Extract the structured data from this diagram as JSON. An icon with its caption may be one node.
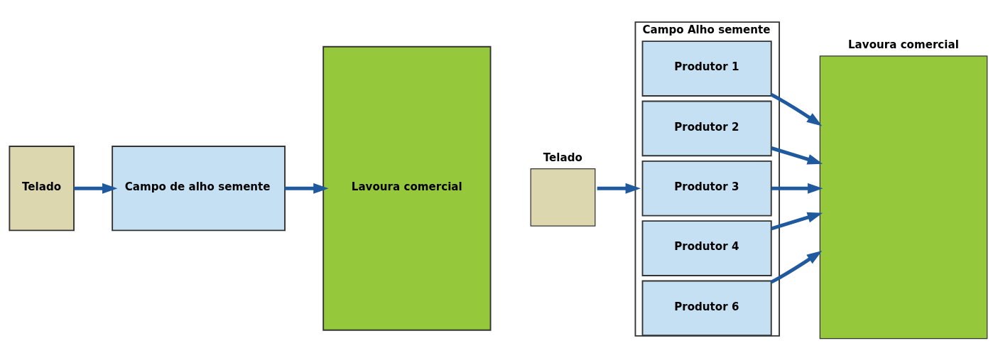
{
  "diagram": {
    "nodes": [
      {
        "text": [
          "Telado"
        ]
      },
      {
        "text": [
          "Campo de alho semente"
        ]
      },
      {
        "text": [
          "Lavoura comercial"
        ]
      },
      {
        "text": [
          "Telado"
        ]
      },
      {
        "text": [
          "Campo Alho semente"
        ]
      },
      {
        "text": [
          "Produtor 1"
        ],
        "in": 4
      },
      {
        "text": [
          "Produtor 2"
        ],
        "in": 4
      },
      {
        "text": [
          "Produtor 3"
        ],
        "in": 4
      },
      {
        "text": [
          "Produtor 4"
        ],
        "in": 4
      },
      {
        "text": [
          "Produtor 6"
        ],
        "in": 4
      },
      {
        "text": [
          "Lavoura comercial"
        ]
      }
    ],
    "edges": [
      {
        "from": 0,
        "to": 1,
        "arrow": "to"
      },
      {
        "from": 1,
        "to": 2,
        "arrow": "to"
      },
      {
        "from": 3,
        "to": 4,
        "arrow": "to"
      },
      {
        "from": 5,
        "to": 10,
        "arrow": "to"
      },
      {
        "from": 6,
        "to": 10,
        "arrow": "to"
      },
      {
        "from": 7,
        "to": 10,
        "arrow": "to"
      },
      {
        "from": 8,
        "to": 10,
        "arrow": "to"
      },
      {
        "from": 9,
        "to": 10,
        "arrow": "to"
      }
    ]
  }
}
